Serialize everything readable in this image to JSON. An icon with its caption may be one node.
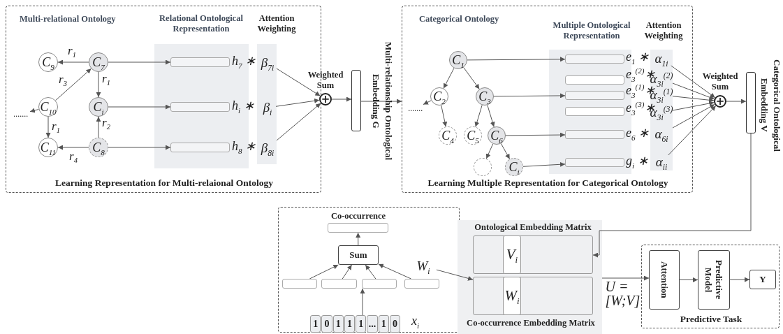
{
  "diagram": {
    "nodes": [
      {
        "text": [
          "Learning Representation for Multi-relaional Ontology"
        ]
      },
      {
        "text": [
          "C$_{9}$"
        ],
        "in": 0
      },
      {
        "text": [
          "C$_{7}$"
        ],
        "in": 0
      },
      {
        "text": [
          "C$_{10}$"
        ],
        "in": 0
      },
      {
        "text": [
          "C$_{i}$"
        ],
        "in": 0
      },
      {
        "text": [
          "C$_{11}$"
        ],
        "in": 0
      },
      {
        "text": [
          "C$_{8}$"
        ],
        "in": 0
      },
      {
        "text": [
          "......."
        ],
        "in": 0
      },
      {
        "text": [
          "Relational Ontological Representation"
        ],
        "in": 0
      },
      {
        "text": [],
        "shape": "box",
        "in": 8,
        "beside": [
          "h$_{7}$ ∗"
        ]
      },
      {
        "text": [],
        "shape": "box",
        "in": 8,
        "beside": [
          "h$_{i}$ ∗"
        ]
      },
      {
        "text": [],
        "shape": "box",
        "in": 8,
        "beside": [
          "h$_{8}$ ∗"
        ]
      },
      {
        "text": [
          "Attention Weighting"
        ],
        "in": 0
      },
      {
        "text": [
          "β$_{7i}$"
        ],
        "in": 12
      },
      {
        "text": [
          "β$_{i}$"
        ],
        "in": 12
      },
      {
        "text": [
          "β$_{8i}$"
        ],
        "in": 12
      },
      {
        "text": [
          "+"
        ],
        "beside": [
          "Weighted Sum"
        ]
      },
      {
        "text": [],
        "shape": "bar",
        "beside": [
          "Multi-relationship Ontological Embedding G"
        ]
      },
      {
        "text": [
          "Learning Multiple Representation for Categorical Ontology"
        ]
      },
      {
        "text": [
          "......."
        ],
        "in": 18
      },
      {
        "text": [
          "C$_{1}$"
        ],
        "in": 18
      },
      {
        "text": [
          "C$_{2}$"
        ],
        "in": 18
      },
      {
        "text": [
          "C$_{3}$"
        ],
        "in": 18
      },
      {
        "text": [
          "C$_{4}$"
        ],
        "in": 18
      },
      {
        "text": [
          "C$_{5}$"
        ],
        "in": 18
      },
      {
        "text": [
          "C$_{6}$"
        ],
        "in": 18
      },
      {
        "text": [],
        "shape": "circle",
        "in": 18
      },
      {
        "text": [
          "C$_{i}$"
        ],
        "in": 18
      },
      {
        "text": [
          "Multiple Ontological Representation"
        ],
        "in": 18
      },
      {
        "text": [],
        "shape": "box",
        "in": 28,
        "beside": [
          "e$_{1}$ ∗"
        ]
      },
      {
        "text": [],
        "shape": "box",
        "in": 28,
        "beside": [
          "e$_{3}$$^{(2)}$∗"
        ]
      },
      {
        "text": [],
        "shape": "box",
        "in": 28,
        "beside": [
          "e$_{3}$$^{(1)}$∗"
        ]
      },
      {
        "text": [],
        "shape": "box",
        "in": 28,
        "beside": [
          "e$_{3}$$^{(3)}$∗"
        ]
      },
      {
        "text": [],
        "shape": "box",
        "in": 28,
        "beside": [
          "e$_{6}$ ∗"
        ]
      },
      {
        "text": [],
        "shape": "box",
        "in": 28,
        "beside": [
          "g$_{i}$ ∗"
        ]
      },
      {
        "text": [
          "Attention Weighting"
        ],
        "in": 18
      },
      {
        "text": [
          "α$_{1i}$"
        ],
        "in": 35
      },
      {
        "text": [
          "α$_{3i}$$^{(2)}$"
        ],
        "in": 35
      },
      {
        "text": [
          "α$_{3i}$$^{(1)}$"
        ],
        "in": 35
      },
      {
        "text": [
          "α$_{3i}$$^{(3)}$"
        ],
        "in": 35
      },
      {
        "text": [
          "α$_{6i}$"
        ],
        "in": 35
      },
      {
        "text": [
          "α$_{ii}$"
        ],
        "in": 35
      },
      {
        "text": [
          "+"
        ],
        "beside": [
          "Weighted Sum"
        ]
      },
      {
        "text": [],
        "shape": "bar",
        "beside": [
          "Categorical Ontological Embedding V"
        ]
      },
      {
        "text": [],
        "shape": "box"
      },
      {
        "text": [
          "Co-occurrence"
        ],
        "in": 44
      },
      {
        "text": [
          "Sum"
        ],
        "in": 44
      },
      {
        "text": [],
        "shape": "box",
        "in": 44
      },
      {
        "text": [],
        "shape": "box",
        "in": 44
      },
      {
        "text": [],
        "shape": "box",
        "in": 44
      },
      {
        "text": [],
        "shape": "box",
        "in": 44
      },
      {
        "text": [
          "1",
          "0",
          "1",
          "1",
          "1",
          "...",
          "1",
          "0"
        ],
        "in": 44,
        "beside": [
          "x$_{i}$"
        ]
      },
      {
        "text": [
          "W$_{i}$"
        ],
        "in": 44
      },
      {
        "text": [],
        "shape": "box"
      },
      {
        "text": [
          "Ontological Embedding Matrix"
        ],
        "in": 53
      },
      {
        "text": [
          "V$_{i}$"
        ],
        "in": 54
      },
      {
        "text": [
          "Co-occurrence Embedding Matrix"
        ],
        "in": 53
      },
      {
        "text": [
          "W$_{i}$"
        ],
        "in": 56
      },
      {
        "text": [
          "Predictive Task"
        ]
      },
      {
        "text": [
          "Attention"
        ],
        "in": 58
      },
      {
        "text": [
          "Predictive Model"
        ],
        "in": 58
      },
      {
        "text": [
          "Y"
        ],
        "in": 58
      }
    ],
    "edges": [
      {
        "from": 2,
        "to": 1,
        "arrow": "to",
        "label": "r$_{1}$"
      },
      {
        "from": 3,
        "to": 2,
        "arrow": "to",
        "label": "r$_{3}$"
      },
      {
        "from": 2,
        "to": 4,
        "arrow": "to",
        "label": "r$_{1}$"
      },
      {
        "from": 3,
        "to": 5,
        "arrow": "to",
        "label": "r$_{1}$"
      },
      {
        "from": 3,
        "to": 7,
        "arrow": "to"
      },
      {
        "from": 6,
        "to": 4,
        "arrow": "to",
        "label": "r$_{2}$"
      },
      {
        "from": 6,
        "to": 5,
        "arrow": "to",
        "label": "r$_{4}$"
      },
      {
        "from": 2,
        "to": 9,
        "arrow": "to"
      },
      {
        "from": 4,
        "to": 10,
        "arrow": "to"
      },
      {
        "from": 6,
        "to": 11,
        "arrow": "to"
      },
      {
        "from": 13,
        "to": 16,
        "arrow": "to"
      },
      {
        "from": 14,
        "to": 16,
        "arrow": "to"
      },
      {
        "from": 15,
        "to": 16,
        "arrow": "to"
      },
      {
        "from": 16,
        "to": 17,
        "arrow": "to"
      },
      {
        "from": 17,
        "to": 18,
        "arrow": "to"
      },
      {
        "from": 20,
        "to": 21,
        "arrow": "to"
      },
      {
        "from": 20,
        "to": 22,
        "arrow": "to"
      },
      {
        "from": 21,
        "to": 19,
        "arrow": "to"
      },
      {
        "from": 21,
        "to": 23,
        "arrow": "to"
      },
      {
        "from": 22,
        "to": 24,
        "arrow": "to"
      },
      {
        "from": 22,
        "to": 25,
        "arrow": "to"
      },
      {
        "from": 25,
        "to": 26,
        "arrow": "to"
      },
      {
        "from": 25,
        "to": 27,
        "arrow": "to"
      },
      {
        "from": 20,
        "to": 29,
        "arrow": "to"
      },
      {
        "from": 22,
        "to": 31,
        "arrow": "to"
      },
      {
        "from": 25,
        "to": 33,
        "arrow": "to"
      },
      {
        "from": 27,
        "to": 34,
        "arrow": "to"
      },
      {
        "from": 36,
        "to": 42,
        "arrow": "to"
      },
      {
        "from": 37,
        "to": 42,
        "arrow": "to"
      },
      {
        "from": 38,
        "to": 42,
        "arrow": "to"
      },
      {
        "from": 39,
        "to": 42,
        "arrow": "to"
      },
      {
        "from": 40,
        "to": 42,
        "arrow": "to"
      },
      {
        "from": 41,
        "to": 42,
        "arrow": "to"
      },
      {
        "from": 42,
        "to": 43,
        "arrow": "to"
      },
      {
        "from": 43,
        "to": 54,
        "arrow": "to"
      },
      {
        "from": 47,
        "to": 46,
        "arrow": "to"
      },
      {
        "from": 48,
        "to": 46,
        "arrow": "to"
      },
      {
        "from": 49,
        "to": 46,
        "arrow": "to"
      },
      {
        "from": 50,
        "to": 46,
        "arrow": "to"
      },
      {
        "from": 46,
        "to": 45,
        "arrow": "to"
      },
      {
        "from": 51,
        "to": 49,
        "arrow": "to"
      },
      {
        "from": 52,
        "to": 56,
        "arrow": "to"
      },
      {
        "from": 53,
        "to": 59,
        "arrow": "to",
        "label": "U = [W;V]"
      },
      {
        "from": 59,
        "to": 60,
        "arrow": "to"
      },
      {
        "from": 60,
        "to": 61,
        "arrow": "to"
      }
    ],
    "labels": [
      "Multi-relational Ontology",
      "Categorical Ontology"
    ]
  }
}
